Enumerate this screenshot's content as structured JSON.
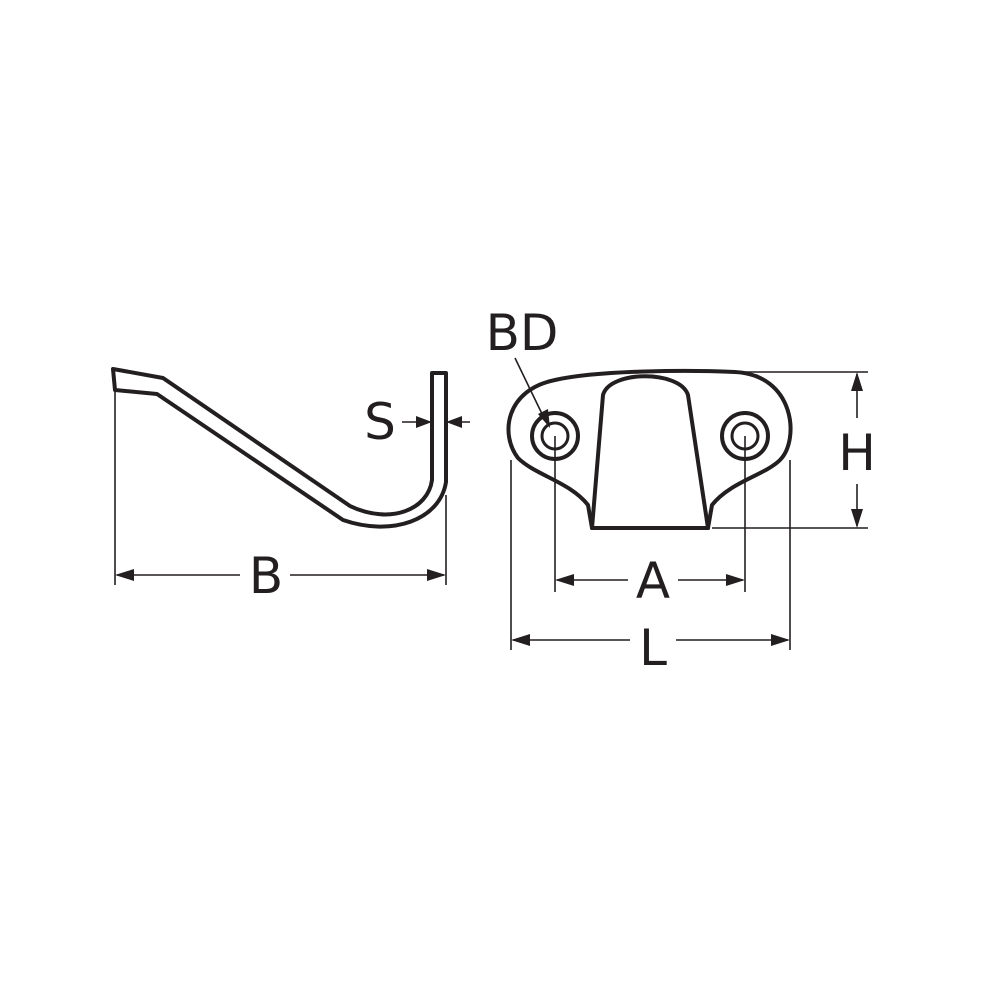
{
  "labels": {
    "B": "B",
    "S": "S",
    "BD": "BD",
    "H": "H",
    "A": "A",
    "L": "L"
  },
  "colors": {
    "ink": "#231f20",
    "background": "#ffffff"
  }
}
